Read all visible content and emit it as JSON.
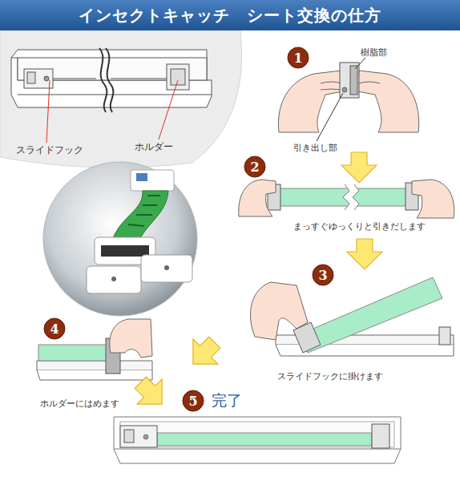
{
  "diagram": {
    "title": "インセクトキャッチ　シート交換の仕方",
    "nodes": [
      {
        "text": [
          "1"
        ]
      },
      {
        "text": [
          "2"
        ]
      },
      {
        "text": [
          "3"
        ]
      },
      {
        "text": [
          "4"
        ]
      },
      {
        "text": [
          "5"
        ]
      }
    ],
    "labels": [
      "スライドフック",
      "ホルダー",
      "樹脂部",
      "引き出し部",
      "まっすぐゆっくりと引きだします",
      "スライドフックに掛けます",
      "ホルダーにはめます",
      "完了"
    ]
  }
}
